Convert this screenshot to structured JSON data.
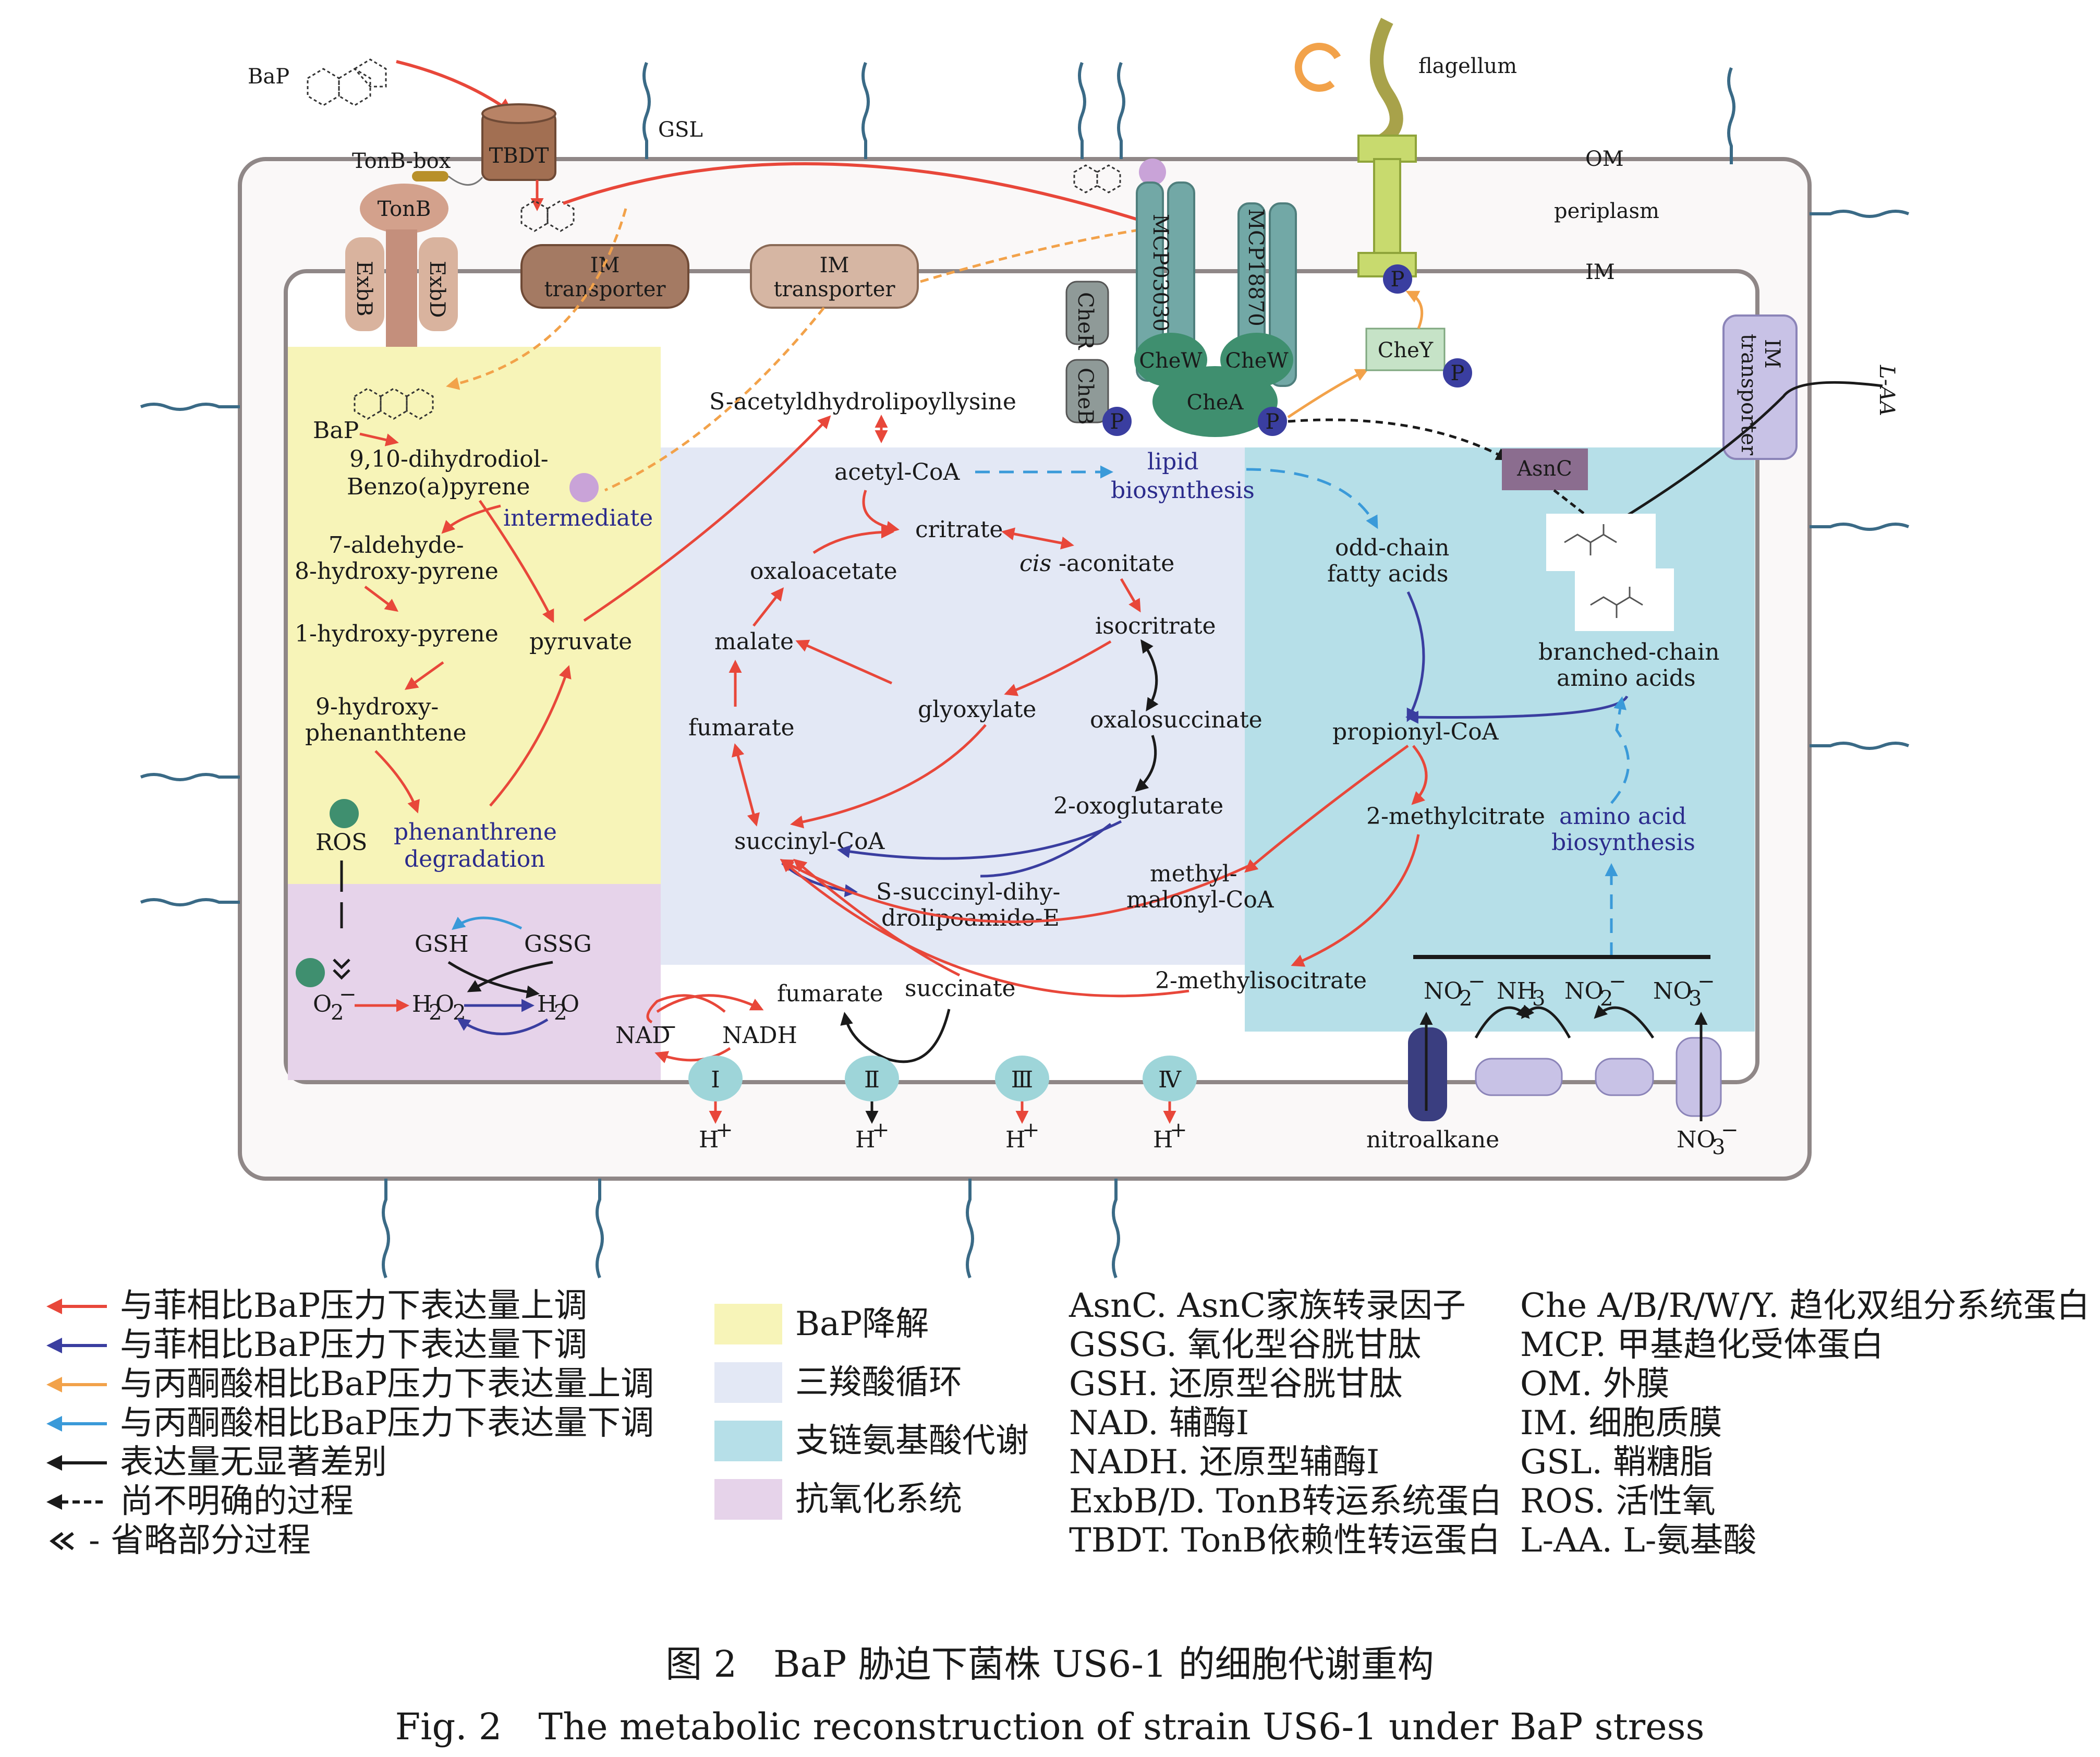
{
  "labels": {
    "bap_outside": "BaP",
    "gsl": "GSL",
    "flagellum": "flagellum",
    "om": "OM",
    "periplasm": "periplasm",
    "im": "IM",
    "tonb_box": "TonB-box",
    "tbdt": "TBDT",
    "tonb": "TonB",
    "exbb": "ExbB",
    "exbd": "ExbD",
    "im_transporter": "IM\ntransporter",
    "mcp03030": "MCP03030",
    "mcp18870": "MCP18870",
    "cher": "CheR",
    "cheb": "CheB",
    "chew": "CheW",
    "chea": "CheA",
    "chey": "CheY",
    "p": "P",
    "asnc": "AsnC",
    "l_aa": "L-AA",
    "s_acetyl": "S-acetyldhydrolipoyllysine",
    "acetyl_coa": "acetyl-CoA",
    "lipid_bio_1": "lipid",
    "lipid_bio_2": "biosynthesis",
    "bap_inside": "BaP",
    "dihydrodiol_1": "9,10-dihydrodiol-",
    "dihydrodiol_2": "Benzo(a)pyrene",
    "intermediate": "intermediate",
    "aldehyde_1": "7-aldehyde-",
    "aldehyde_2": "8-hydroxy-pyrene",
    "hydroxypyrene": "1-hydroxy-pyrene",
    "pyruvate": "pyruvate",
    "hydroxyphen_1": "9-hydroxy-",
    "hydroxyphen_2": "phenanthtene",
    "ros": "ROS",
    "phen_deg_1": "phenanthrene",
    "phen_deg_2": "degradation",
    "citrate": "critrate",
    "cis_aconitate_italic": "cis",
    "cis_aconitate_rest": "-aconitate",
    "oxaloacetate": "oxaloacetate",
    "malate": "malate",
    "isocitrate": "isocritrate",
    "glyoxylate": "glyoxylate",
    "fumarate": "fumarate",
    "oxalosuccinate": "oxalosuccinate",
    "oxoglutarate": "2-oxoglutarate",
    "succinyl_coa": "succinyl-CoA",
    "s_succinyl_1": "S-succinyl-dihy-",
    "s_succinyl_2": "drolipoamide-E",
    "odd_chain_1": "odd-chain",
    "odd_chain_2": "fatty acids",
    "bcaa_1": "branched-chain",
    "bcaa_2": "amino acids",
    "propionyl_coa": "propionyl-CoA",
    "methylcitrate": "2-methylcitrate",
    "aa_bio_1": "amino acid",
    "aa_bio_2": "biosynthesis",
    "methylmalonyl_1": "methyl-",
    "methylmalonyl_2": "malonyl-CoA",
    "methylisocitrate": "2-methylisocitrate",
    "gsh": "GSH",
    "gssg": "GSSG",
    "o2": "O",
    "h2o2": "H",
    "h2o": "H",
    "fumarate2": "fumarate",
    "succinate": "succinate",
    "nad": "NAD",
    "nadh": "NADH",
    "complex_1": "Ⅰ",
    "complex_2": "Ⅱ",
    "complex_3": "Ⅲ",
    "complex_4": "Ⅳ",
    "h_plus": "H",
    "no2": "NO",
    "nh3": "NH",
    "no3": "NO",
    "nitroalkane": "nitroalkane"
  },
  "legend": {
    "arrows": [
      {
        "text": "与菲相比BaP压力下表达量上调",
        "color": "#e8473a"
      },
      {
        "text": "与菲相比BaP压力下表达量下调",
        "color": "#3a3ea0"
      },
      {
        "text": "与丙酮酸相比BaP压力下表达量上调",
        "color": "#f2a24a"
      },
      {
        "text": "与丙酮酸相比BaP压力下表达量下调",
        "color": "#3a9ad9"
      },
      {
        "text": "表达量无显著差别",
        "color": "#1a1a1a"
      },
      {
        "text": "尚不明确的过程",
        "color": "#1a1a1a"
      },
      {
        "text": "- 省略部分过程",
        "color": "#1a1a1a"
      }
    ],
    "regions": [
      {
        "text": "BaP降解",
        "color": "#f7f4b8"
      },
      {
        "text": "三羧酸循环",
        "color": "#e3e8f5"
      },
      {
        "text": "支链氨基酸代谢",
        "color": "#b6dfe8"
      },
      {
        "text": "抗氧化系统",
        "color": "#e6d3ea"
      }
    ],
    "abbr_col1": [
      "AsnC. AsnC家族转录因子",
      "GSSG. 氧化型谷胱甘肽",
      "GSH. 还原型谷胱甘肽",
      "NAD. 辅酶Ⅰ",
      "NADH. 还原型辅酶Ⅰ",
      "ExbB/D. TonB转运系统蛋白",
      "TBDT. TonB依赖性转运蛋白"
    ],
    "abbr_col2": [
      "Che A/B/R/W/Y. 趋化双组分系统蛋白",
      "MCP. 甲基趋化受体蛋白",
      "OM. 外膜",
      "IM. 细胞质膜",
      "GSL. 鞘糖脂",
      "ROS. 活性氧",
      "L-AA. L-氨基酸"
    ]
  },
  "caption": {
    "zh": "图 2　BaP 胁迫下菌株 US6-1 的细胞代谢重构",
    "en": "Fig. 2　The metabolic reconstruction of strain US6-1 under BaP stress"
  },
  "colors": {
    "up_phen": "#e8473a",
    "down_phen": "#3a3ea0",
    "up_pyr": "#f2a24a",
    "down_pyr": "#3a9ad9",
    "bap_region": "#f7f4b8",
    "tca_region": "#e3e8f5",
    "bcaa_region": "#b6dfe8",
    "antiox_region": "#e6d3ea"
  }
}
